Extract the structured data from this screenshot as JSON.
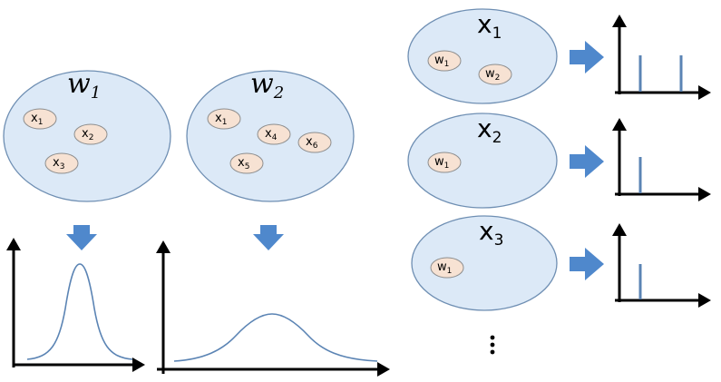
{
  "left_clusters": [
    {
      "name": "w",
      "sub": "1",
      "items": [
        {
          "n": "x",
          "s": "1"
        },
        {
          "n": "x",
          "s": "2"
        },
        {
          "n": "x",
          "s": "3"
        }
      ]
    },
    {
      "name": "w",
      "sub": "2",
      "items": [
        {
          "n": "x",
          "s": "1"
        },
        {
          "n": "x",
          "s": "4"
        },
        {
          "n": "x",
          "s": "6"
        },
        {
          "n": "x",
          "s": "5"
        }
      ]
    }
  ],
  "right_clusters": [
    {
      "name": "x",
      "sub": "1",
      "items": [
        {
          "n": "w",
          "s": "1"
        },
        {
          "n": "w",
          "s": "2"
        }
      ]
    },
    {
      "name": "x",
      "sub": "2",
      "items": [
        {
          "n": "w",
          "s": "1"
        }
      ]
    },
    {
      "name": "x",
      "sub": "3",
      "items": [
        {
          "n": "w",
          "s": "1"
        }
      ]
    }
  ],
  "colors": {
    "cluster_fill": "#dce9f7",
    "item_fill": "#f7e2d3",
    "arrow": "#4f88cc",
    "curve": "#5b84b4"
  }
}
